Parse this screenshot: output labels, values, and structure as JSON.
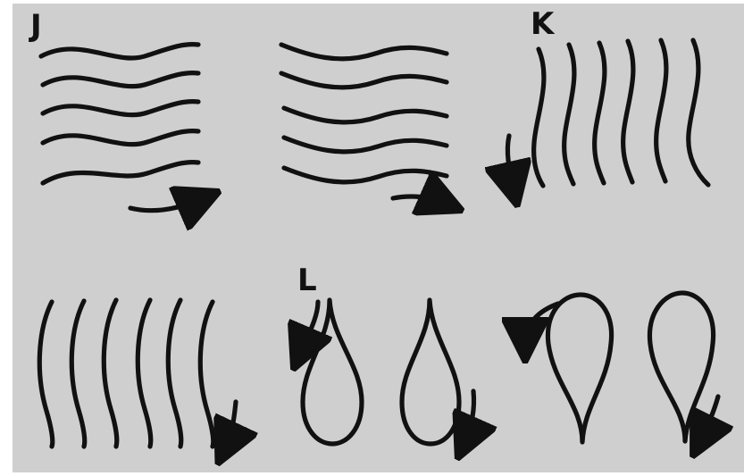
{
  "figure": {
    "background_color": "#cfcfcf",
    "border_color": "#ffffff",
    "ink_color": "#111111",
    "panels": [
      {
        "label": "J",
        "pattern": "horizontal-wavy-strokes",
        "direction_arrow": "right"
      },
      {
        "label": "K",
        "pattern": "vertical-wavy-strokes",
        "direction_arrow": "down"
      },
      {
        "label": "L",
        "pattern": "teardrop-loops",
        "direction_arrow": "down"
      }
    ]
  }
}
